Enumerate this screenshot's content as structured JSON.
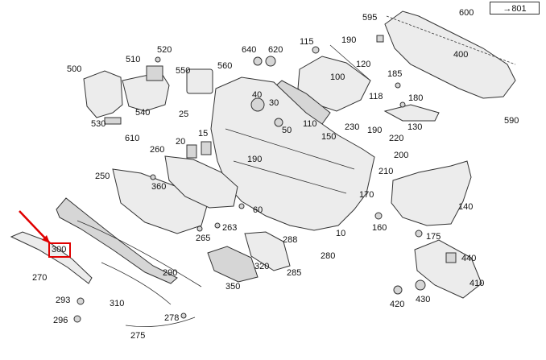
{
  "diagram": {
    "reference_label": "→801",
    "highlighted_label": "300",
    "highlight_color": "#e00000",
    "labels": [
      "600",
      "595",
      "190",
      "400",
      "115",
      "500",
      "520",
      "640",
      "620",
      "120",
      "510",
      "550",
      "560",
      "185",
      "100",
      "180",
      "540",
      "40",
      "118",
      "30",
      "130",
      "590",
      "530",
      "25",
      "110",
      "230",
      "190",
      "20",
      "15",
      "220",
      "50",
      "150",
      "610",
      "200",
      "260",
      "190",
      "210",
      "250",
      "360",
      "170",
      "140",
      "60",
      "10",
      "263",
      "160",
      "175",
      "288",
      "265",
      "280",
      "440",
      "320",
      "290",
      "410",
      "285",
      "350",
      "270",
      "420",
      "430",
      "293",
      "310",
      "296",
      "278",
      "275"
    ]
  }
}
